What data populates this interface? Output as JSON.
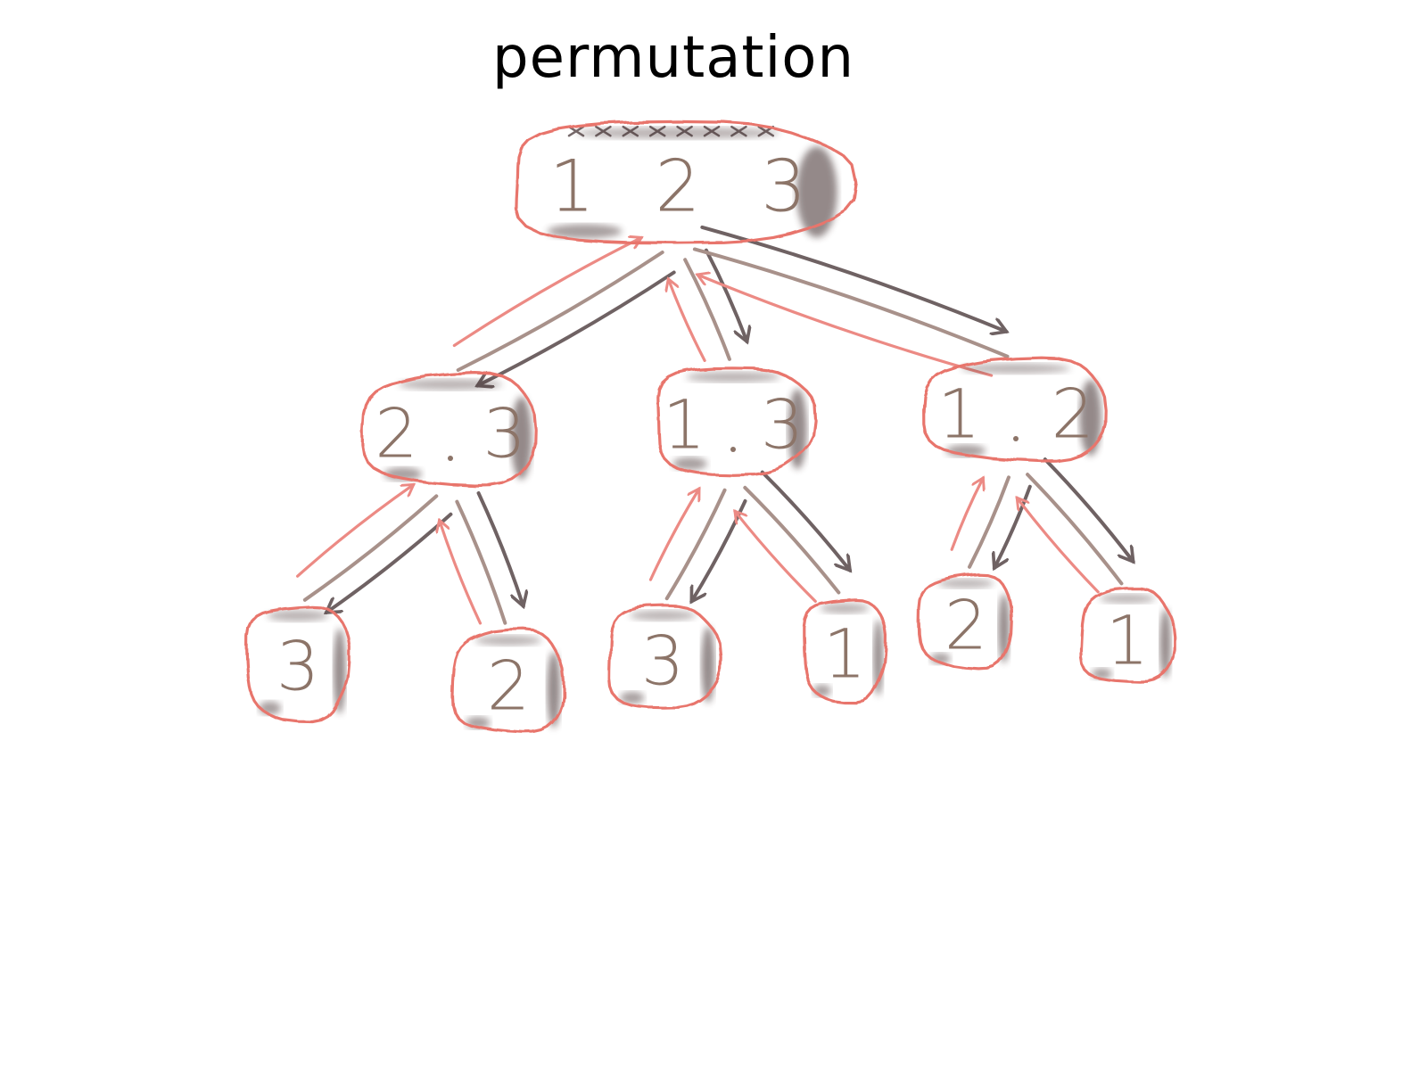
{
  "title": "permutation",
  "colors": {
    "node_border": "#e8756c",
    "node_shadow": "#3d2a2c",
    "digit": "#8c7468",
    "down_arrow": "#6f6263",
    "pass_line": "#a8918a",
    "up_arrow": "#ec8a84"
  },
  "tree": {
    "root": {
      "digits": [
        "1",
        "2",
        "3"
      ]
    },
    "level1": [
      {
        "digits": [
          "2",
          "3"
        ]
      },
      {
        "digits": [
          "1",
          "3"
        ]
      },
      {
        "digits": [
          "1",
          "2"
        ]
      }
    ],
    "level2": [
      {
        "digits": [
          "3"
        ]
      },
      {
        "digits": [
          "2"
        ]
      },
      {
        "digits": [
          "3"
        ]
      },
      {
        "digits": [
          "1"
        ]
      },
      {
        "digits": [
          "2"
        ]
      },
      {
        "digits": [
          "1"
        ]
      }
    ]
  }
}
